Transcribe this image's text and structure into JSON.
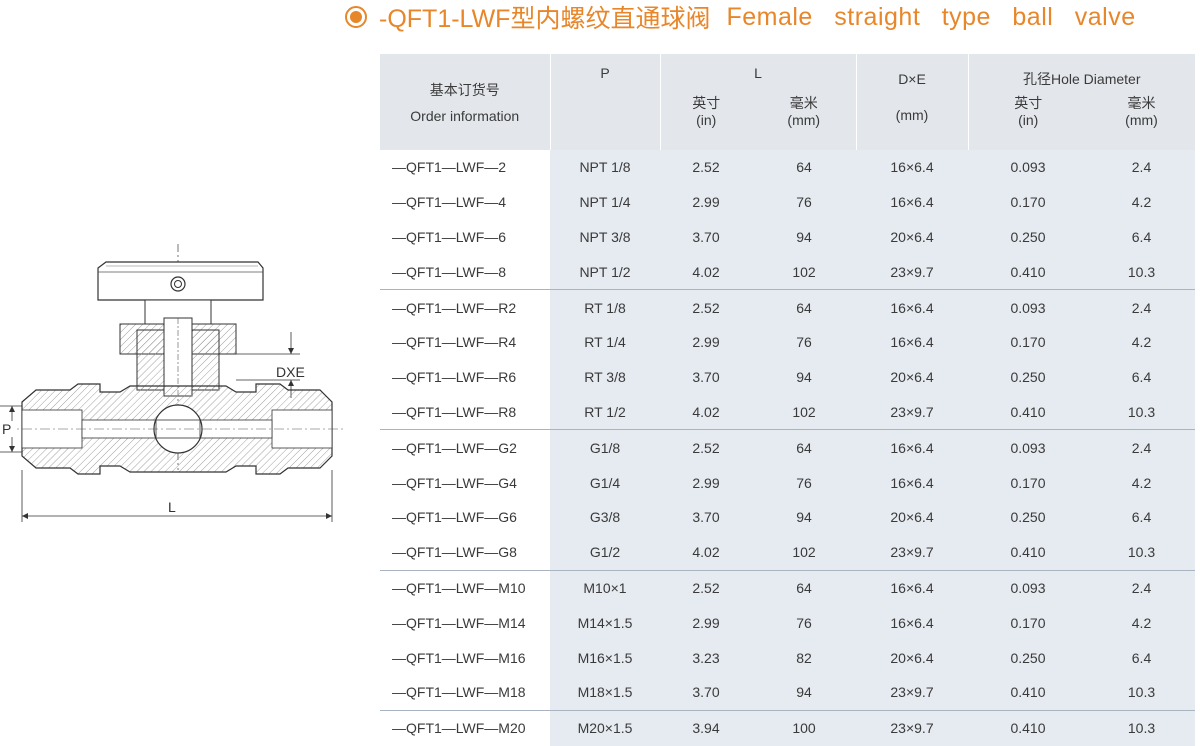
{
  "title": {
    "code": "-QFT1-LWF型内螺纹直通球阀",
    "english": "Female straight type ball valve"
  },
  "drawing": {
    "labels": {
      "dxe": "DXE",
      "p": "P",
      "l": "L"
    }
  },
  "table": {
    "header": {
      "order_cn": "基本订货号",
      "order_en": "Order information",
      "p": "P",
      "l": "L",
      "dxe": "D×E",
      "hole": "孔径Hole Diameter",
      "in_cn": "英寸",
      "in_unit": "(in)",
      "mm_cn": "毫米",
      "mm_unit": "(mm)",
      "dxe_unit": "(mm)"
    },
    "rows": [
      [
        "—QFT1—LWF—2",
        "NPT 1/8",
        "2.52",
        "64",
        "16×6.4",
        "0.093",
        "2.4"
      ],
      [
        "—QFT1—LWF—4",
        "NPT 1/4",
        "2.99",
        "76",
        "16×6.4",
        "0.170",
        "4.2"
      ],
      [
        "—QFT1—LWF—6",
        "NPT 3/8",
        "3.70",
        "94",
        "20×6.4",
        "0.250",
        "6.4"
      ],
      [
        "—QFT1—LWF—8",
        "NPT 1/2",
        "4.02",
        "102",
        "23×9.7",
        "0.410",
        "10.3"
      ],
      [
        "—QFT1—LWF—R2",
        "RT 1/8",
        "2.52",
        "64",
        "16×6.4",
        "0.093",
        "2.4"
      ],
      [
        "—QFT1—LWF—R4",
        "RT 1/4",
        "2.99",
        "76",
        "16×6.4",
        "0.170",
        "4.2"
      ],
      [
        "—QFT1—LWF—R6",
        "RT 3/8",
        "3.70",
        "94",
        "20×6.4",
        "0.250",
        "6.4"
      ],
      [
        "—QFT1—LWF—R8",
        "RT 1/2",
        "4.02",
        "102",
        "23×9.7",
        "0.410",
        "10.3"
      ],
      [
        "—QFT1—LWF—G2",
        "G1/8",
        "2.52",
        "64",
        "16×6.4",
        "0.093",
        "2.4"
      ],
      [
        "—QFT1—LWF—G4",
        "G1/4",
        "2.99",
        "76",
        "16×6.4",
        "0.170",
        "4.2"
      ],
      [
        "—QFT1—LWF—G6",
        "G3/8",
        "3.70",
        "94",
        "20×6.4",
        "0.250",
        "6.4"
      ],
      [
        "—QFT1—LWF—G8",
        "G1/2",
        "4.02",
        "102",
        "23×9.7",
        "0.410",
        "10.3"
      ],
      [
        "—QFT1—LWF—M10",
        "M10×1",
        "2.52",
        "64",
        "16×6.4",
        "0.093",
        "2.4"
      ],
      [
        "—QFT1—LWF—M14",
        "M14×1.5",
        "2.99",
        "76",
        "16×6.4",
        "0.170",
        "4.2"
      ],
      [
        "—QFT1—LWF—M16",
        "M16×1.5",
        "3.23",
        "82",
        "20×6.4",
        "0.250",
        "6.4"
      ],
      [
        "—QFT1—LWF—M18",
        "M18×1.5",
        "3.70",
        "94",
        "23×9.7",
        "0.410",
        "10.3"
      ],
      [
        "—QFT1—LWF—M20",
        "M20×1.5",
        "3.94",
        "100",
        "23×9.7",
        "0.410",
        "10.3"
      ]
    ]
  },
  "colors": {
    "accent": "#e8862a",
    "header_bg": "#e3e7ec",
    "band_bg": "#e6ebf1"
  }
}
